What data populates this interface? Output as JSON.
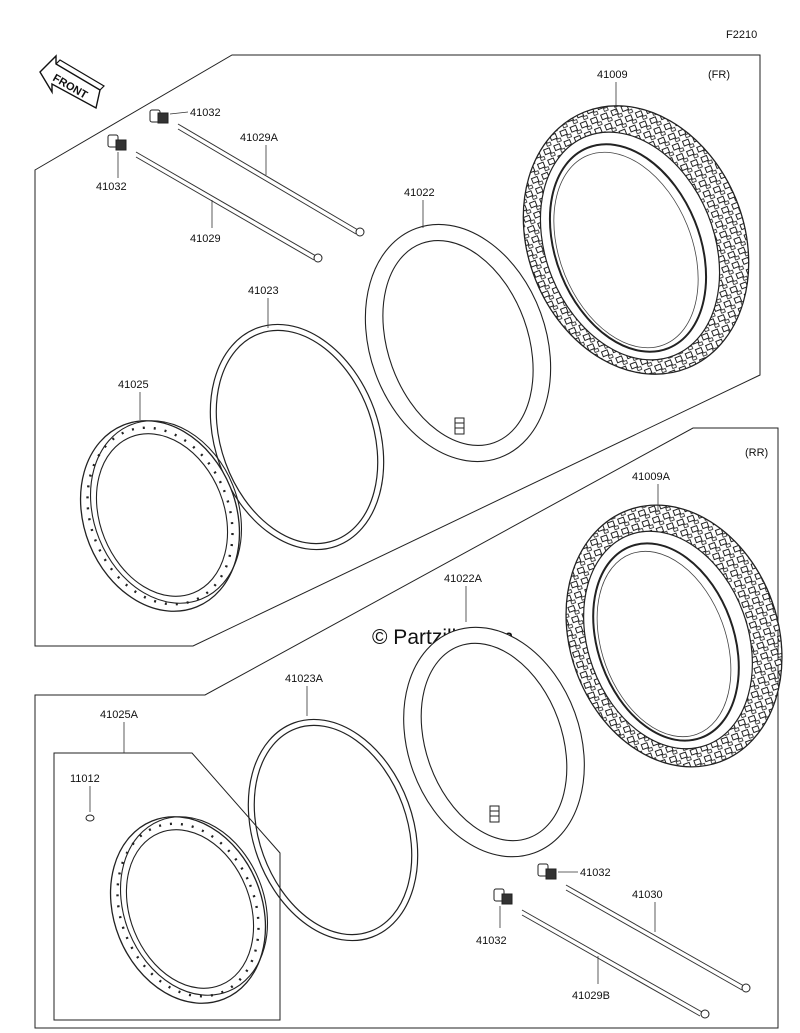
{
  "diagram_code": "F2210",
  "front_arrow_text": "FRONT",
  "watermark": "© Partzilla.com",
  "front_section": {
    "tag": "(FR)",
    "parts": {
      "tire": "41009",
      "tube": "41022",
      "rim_band": "41023",
      "rim": "41025",
      "spoke_a": "41029A",
      "spoke": "41029",
      "nipple_top": "41032",
      "nipple_left": "41032"
    }
  },
  "rear_section": {
    "tag": "(RR)",
    "parts": {
      "tire": "41009A",
      "tube": "41022A",
      "rim_band": "41023A",
      "rim": "41025A",
      "plug": "11012",
      "spoke": "41030",
      "spoke_b": "41029B",
      "nipple_top": "41032",
      "nipple_left": "41032"
    }
  }
}
